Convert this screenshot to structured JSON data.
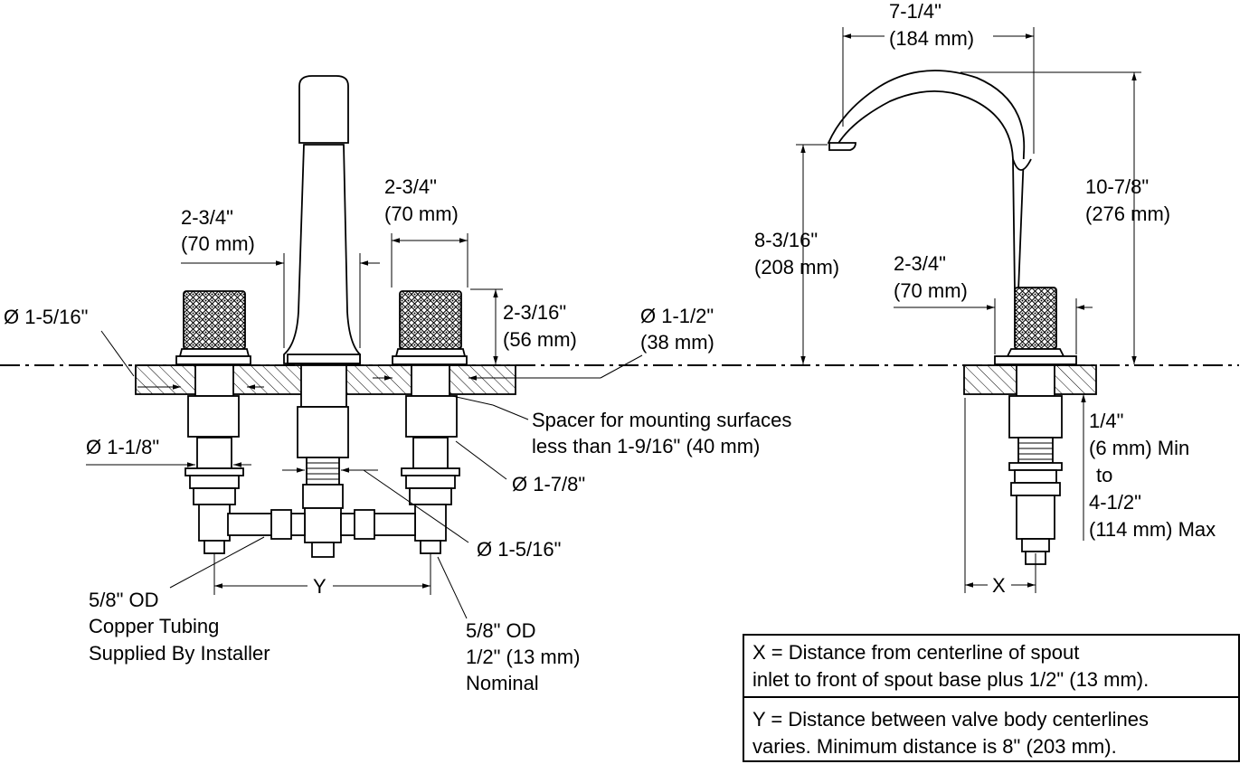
{
  "front_view": {
    "dim_handle_left": [
      "2-3/4\"",
      "(70 mm)"
    ],
    "dim_handle_right": [
      "2-3/4\"",
      "(70 mm)"
    ],
    "dim_handle_height": [
      "2-3/16\"",
      "(56 mm)"
    ],
    "dim_base_dia_left": "Ø 1-5/16\"",
    "dim_base_dia_right": [
      "Ø 1-1/2\"",
      "(38 mm)"
    ],
    "dim_shank_dia": "Ø 1-1/8\"",
    "dim_spacer_dia": "Ø 1-7/8\"",
    "dim_valve_dia": "Ø 1-5/16\"",
    "spacer_note": [
      "Spacer for mounting surfaces",
      "less than 1-9/16\" (40 mm)"
    ],
    "y_label": "Y",
    "copper_note": [
      "5/8\" OD",
      "Copper Tubing",
      "Supplied By Installer"
    ],
    "od_note": [
      "5/8\" OD",
      "1/2\" (13 mm)",
      "Nominal"
    ]
  },
  "side_view": {
    "dim_reach": [
      "7-1/4\"",
      "(184 mm)"
    ],
    "dim_overall_height": [
      "10-7/8\"",
      "(276 mm)"
    ],
    "dim_spout_height": [
      "8-3/16\"",
      "(208 mm)"
    ],
    "dim_base": [
      "2-3/4\"",
      "(70 mm)"
    ],
    "dim_deck": [
      "1/4\"",
      "(6 mm) Min",
      "to",
      "4-1/2\"",
      "(114 mm) Max"
    ],
    "x_label": "X"
  },
  "legend": {
    "x_def": [
      "X = Distance from centerline of spout",
      "inlet to front of spout base plus 1/2\" (13 mm)."
    ],
    "y_def": [
      "Y = Distance between valve body centerlines",
      "varies. Minimum distance is 8\" (203 mm)."
    ]
  }
}
